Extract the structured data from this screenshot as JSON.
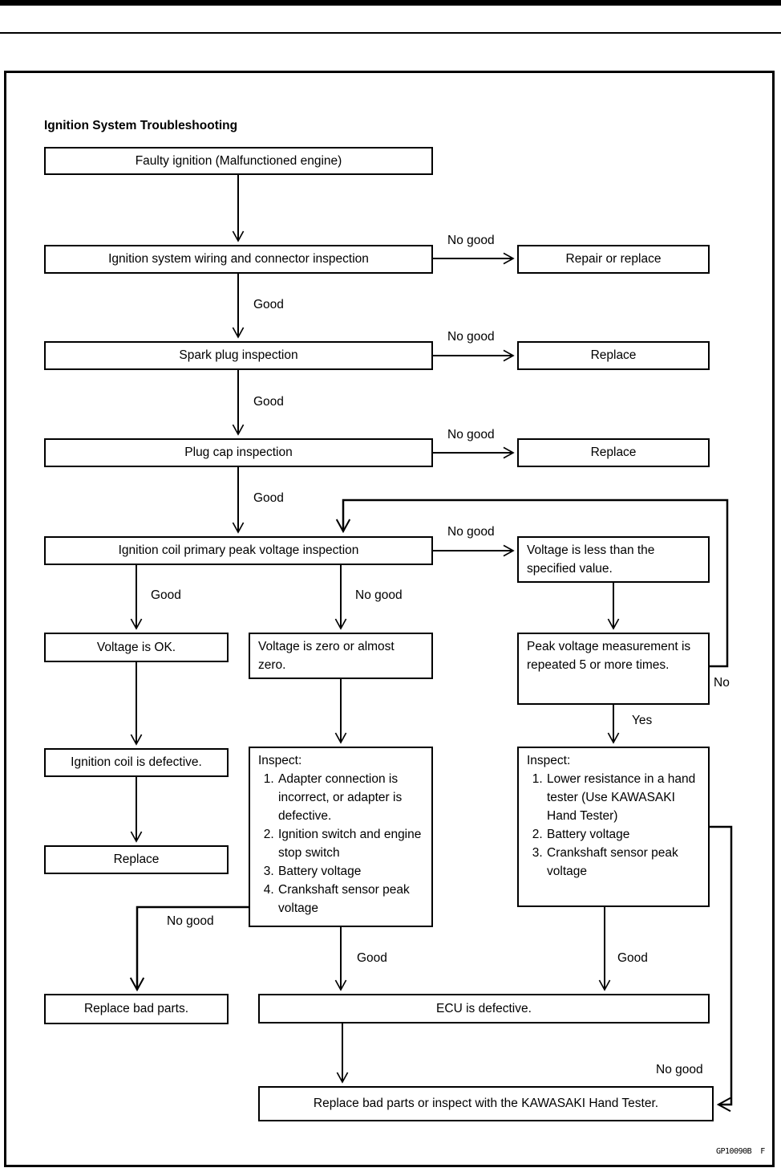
{
  "page": {
    "title": "Ignition System Troubleshooting",
    "figure_code": "GP10090B  F"
  },
  "flowchart": {
    "nodes": {
      "faulty": "Faulty ignition (Malfunctioned engine)",
      "wiring": "Ignition system wiring and connector inspection",
      "repair_or_replace": "Repair or replace",
      "spark_plug": "Spark plug inspection",
      "replace_1": "Replace",
      "plug_cap": "Plug cap inspection",
      "replace_2": "Replace",
      "coil_peak": "Ignition coil primary peak voltage inspection",
      "voltage_less": "Voltage is less than the specified value.",
      "voltage_ok": "Voltage is OK.",
      "voltage_zero": "Voltage is zero or almost zero.",
      "peak_repeat": "Peak voltage measurement is repeated 5 or more times.",
      "coil_defective": "Ignition coil is defective.",
      "inspect_mid": {
        "header": "Inspect:",
        "items": [
          "Adapter connection is incorrect, or adapter is defective.",
          "Ignition switch and engine stop switch",
          "Battery voltage",
          "Crankshaft sensor peak voltage"
        ]
      },
      "inspect_right": {
        "header": "Inspect:",
        "items": [
          "Lower resistance in a hand tester (Use KAWASAKI Hand Tester)",
          "Battery voltage",
          "Crankshaft sensor peak voltage"
        ]
      },
      "replace_3": "Replace",
      "replace_bad_parts": "Replace bad parts.",
      "ecu_defective": "ECU is defective.",
      "final": "Replace bad parts or inspect with the KAWASAKI Hand Tester."
    },
    "labels": {
      "good": "Good",
      "no_good": "No good",
      "yes": "Yes",
      "no": "No"
    },
    "colors": {
      "line": "#000000",
      "text": "#000000",
      "background": "#ffffff"
    }
  }
}
